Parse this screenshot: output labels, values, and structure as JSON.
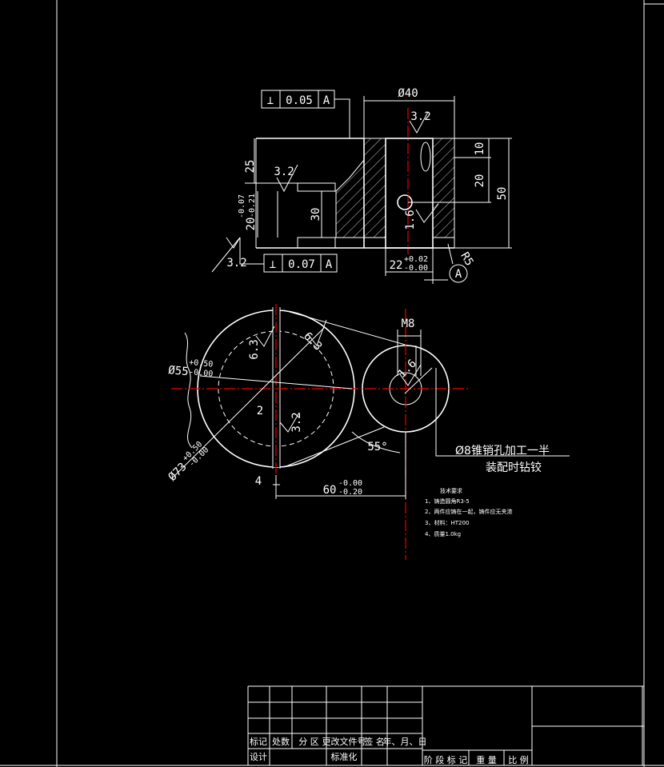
{
  "top_view": {
    "fcf_top": {
      "symbol": "⊥",
      "tolerance": "0.05",
      "datum": "A"
    },
    "fcf_bottom": {
      "symbol": "⊥",
      "tolerance": "0.07",
      "datum": "A"
    },
    "dia_40": "Ø40",
    "rough_top_right": "3.2",
    "rough_left": "3.2",
    "rough_hole": "1.6",
    "rough_bottom_left": "3.2",
    "dim_25": "25",
    "dim_20_tol_main": "20",
    "dim_20_tol_upper": "-0.07",
    "dim_20_tol_lower": "-0.21",
    "dim_30": "30",
    "dim_10": "10",
    "dim_20": "20",
    "dim_50": "50",
    "dim_22_main": "22",
    "dim_22_upper": "+0.02",
    "dim_22_lower": "-0.00",
    "radius_r5": "R5",
    "datum_label": "A"
  },
  "front_view": {
    "dim_m8": "M8",
    "rough_1": "6.3",
    "rough_2": "6.3",
    "rough_3": "1.6",
    "rough_4": "3.2",
    "dia_55_main": "Ø55",
    "dia_55_upper": "+0.50",
    "dia_55_lower": "-0.00",
    "dia_73_main": "Ø73",
    "dia_73_upper": "+0.50",
    "dia_73_lower": "-0.00",
    "dim_2": "2",
    "dim_4": "4",
    "dim_60_main": "60",
    "dim_60_upper": "-0.00",
    "dim_60_lower": "-0.20",
    "angle_55": "55°",
    "note_line1": "Ø8锥销孔加工一半",
    "note_line2": "装配时钻铰"
  },
  "tech_requirements": {
    "title": "技术要求",
    "items": [
      "1、铸造圆角R3-5",
      "2、两件应铸在一起，铸件应无夹渣",
      "3、材料：HT200",
      "4、质量1.0kg"
    ]
  },
  "title_block": {
    "labels": [
      "标记",
      "处数",
      "分 区",
      "更改文件号",
      "签 名",
      "年、月、日"
    ],
    "design": "设计",
    "standardization": "标准化",
    "stage_mark": "阶 段 标 记",
    "weight": "重 量",
    "scale": "比 例"
  }
}
